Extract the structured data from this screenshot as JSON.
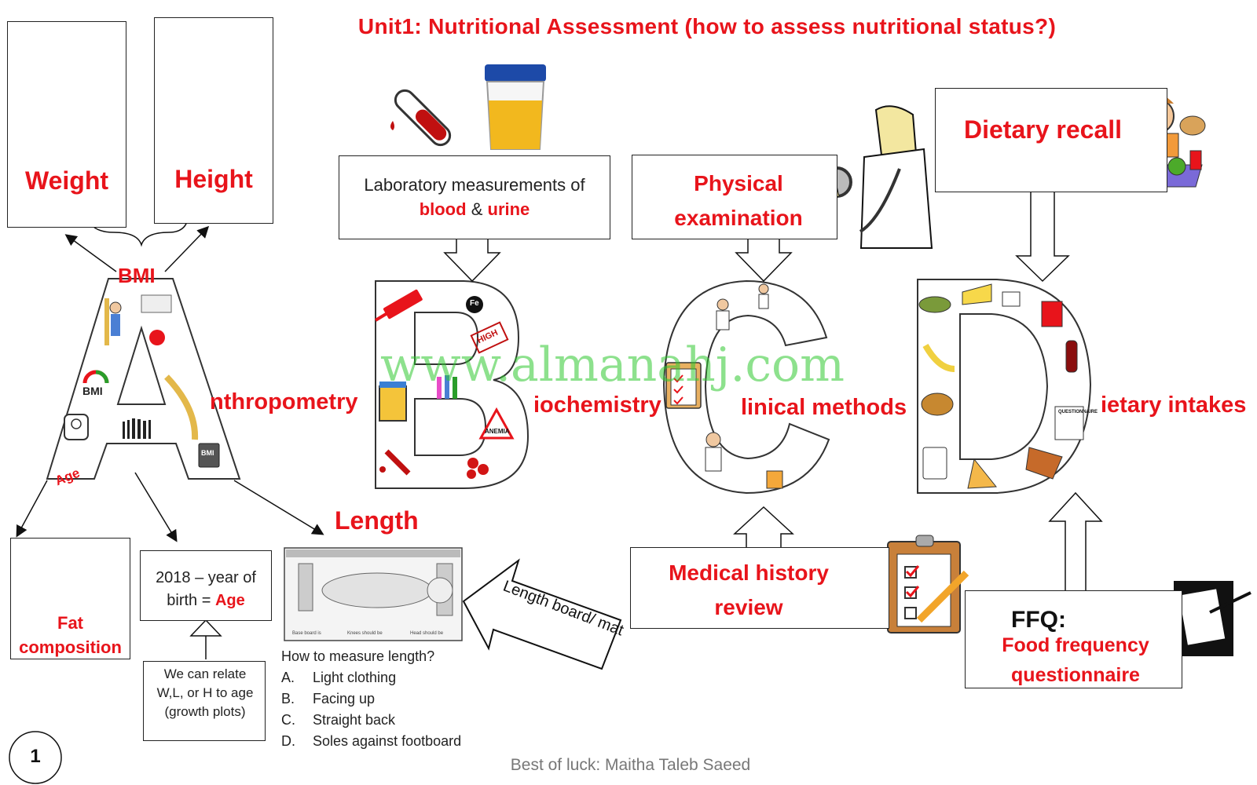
{
  "title": "Unit1: Nutritional  Assessment (how to assess nutritional  status?)",
  "letters": {
    "a": {
      "word": "nthropometry",
      "inner_labels": {
        "bmi": "BMI",
        "age": "Age",
        "calc": "BMI"
      }
    },
    "b": {
      "word": "iochemistry",
      "inner_labels": {
        "fe": "Fe",
        "high": "HIGH",
        "anemia": "ANEMIA"
      }
    },
    "c": {
      "word": "linical methods"
    },
    "d": {
      "word": "ietary intakes",
      "inner_labels": {
        "questionnaire": "QUESTIONNAIRE"
      }
    }
  },
  "anthropometry": {
    "weight": "Weight",
    "height": "Height",
    "bmi": "BMI",
    "length": "Length",
    "fat_composition": "Fat composition",
    "age_formula_prefix": "2018 – year of birth = ",
    "age_formula_age": "Age",
    "relate_note": "We can relate W,L, or H to age (growth plots)",
    "length_board": "Length board/ mat",
    "board_labels": [
      "Base board is",
      "Knees should be",
      "Head should be"
    ],
    "how_to_measure": {
      "question": "How to measure length?",
      "steps": [
        {
          "letter": "A.",
          "text": "Light clothing"
        },
        {
          "letter": "B.",
          "text": "Facing up"
        },
        {
          "letter": "C.",
          "text": "Straight back"
        },
        {
          "letter": "D.",
          "text": "Soles against footboard"
        }
      ]
    }
  },
  "biochemistry": {
    "lab_text": "Laboratory measurements of",
    "blood": "blood",
    "amp": "&",
    "urine": "urine"
  },
  "clinical": {
    "physical_examination": "Physical examination",
    "medical_history_review": "Medical history review"
  },
  "dietary": {
    "dietary_recall": "Dietary recall",
    "ffq": "FFQ:",
    "ffq_full": "Food frequency questionnaire"
  },
  "page_number": "1",
  "footer": "Best of luck: Maitha Taleb Saeed",
  "watermark": "www.almanahj.com",
  "colors": {
    "accent_red": "#e8141b",
    "watermark_green": "#30c830",
    "text": "#222222"
  }
}
